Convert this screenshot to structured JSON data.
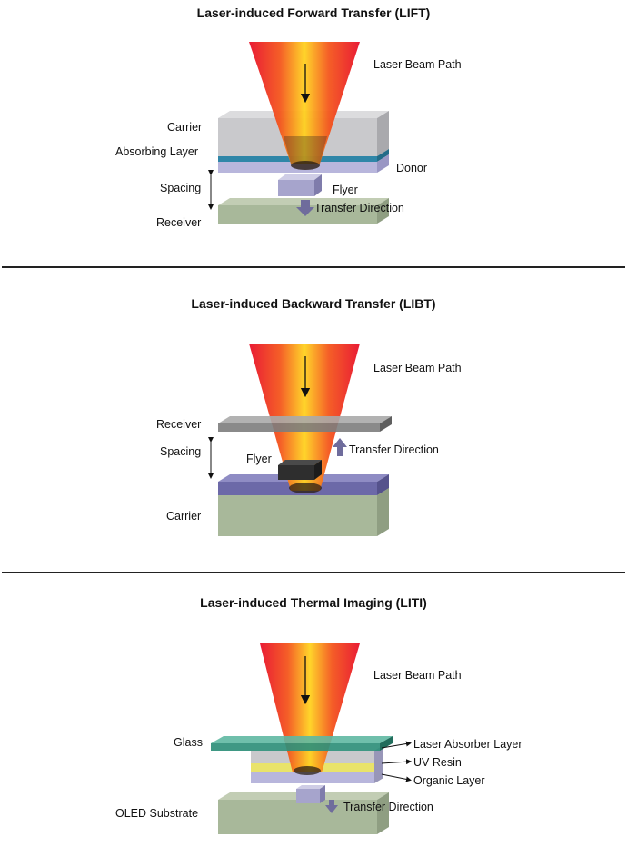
{
  "lift": {
    "title": "Laser-induced Forward Transfer (LIFT)",
    "labels": {
      "beam": "Laser Beam Path",
      "carrier": "Carrier",
      "absorbing": "Absorbing Layer",
      "donor": "Donor",
      "spacing": "Spacing",
      "flyer": "Flyer",
      "transfer": "Transfer Direction",
      "receiver": "Receiver"
    }
  },
  "libt": {
    "title": "Laser-induced Backward Transfer (LIBT)",
    "labels": {
      "beam": "Laser Beam Path",
      "receiver": "Receiver",
      "spacing": "Spacing",
      "transfer": "Transfer Direction",
      "flyer": "Flyer",
      "carrier": "Carrier"
    }
  },
  "liti": {
    "title": "Laser-induced Thermal Imaging (LITI)",
    "labels": {
      "beam": "Laser Beam Path",
      "glass": "Glass",
      "absorber": "Laser Absorber Layer",
      "uv": "UV Resin",
      "organic": "Organic Layer",
      "transfer": "Transfer Direction",
      "substrate": "OLED Substrate"
    }
  },
  "colors": {
    "beam_outer": "#e8102a",
    "beam_inner": "#ffd21f",
    "carrier_gray": "#c9c9cc",
    "absorbing_blue": "#2f86a8",
    "donor_lavender": "#b8b6dc",
    "receiver_green": "#a8b89a",
    "glass_teal": "#2f8f7a",
    "uv_yellow": "#e9e36a"
  }
}
